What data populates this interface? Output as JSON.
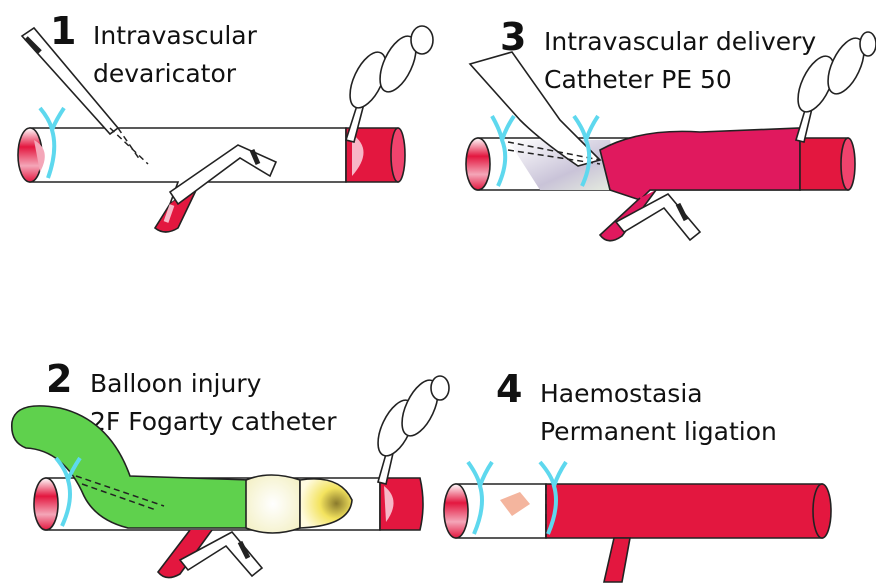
{
  "panels": [
    {
      "number": "1",
      "lines": [
        "Intravascular",
        "devaricator"
      ]
    },
    {
      "number": "3",
      "lines": [
        "Intravascular delivery",
        "Catheter PE 50"
      ]
    },
    {
      "number": "2",
      "lines": [
        "Balloon injury",
        "2F Fogarty catheter"
      ]
    },
    {
      "number": "4",
      "lines": [
        "Haemostasia",
        "Permanent ligation"
      ]
    }
  ],
  "colors": {
    "vessel_red": "#e3173f",
    "pink_fill": "#e0195e",
    "clip_cyan": "#5ed8ee",
    "balloon_green": "#5fd14d",
    "balloon_yellow": "#f3e35e",
    "outline": "#222222"
  }
}
